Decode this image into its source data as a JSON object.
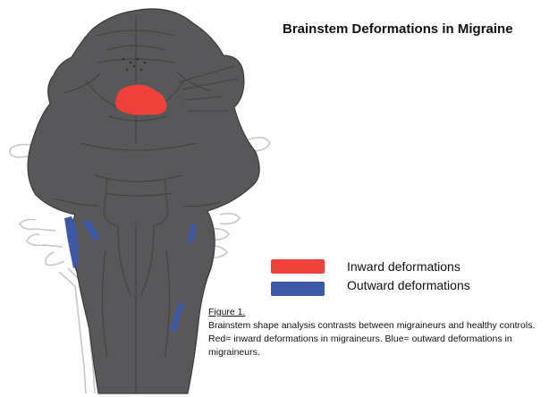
{
  "title": "Brainstem Deformations in Migraine",
  "legend": {
    "items": [
      {
        "label": "Inward deformations",
        "color": "#f0403a"
      },
      {
        "label": "Outward deformations",
        "color": "#3d58a6"
      }
    ]
  },
  "caption": {
    "heading": "Figure 1.",
    "line1": " Brainstem shape analysis contrasts between migraineurs and healthy controls.",
    "line2": "Red= inward deformations in migraineurs. Blue= outward deformations in migraineurs."
  },
  "colors": {
    "brainstem": "#58585a",
    "brainstem_outline": "#3a3a3c",
    "nerve_outline": "#c7c7c7"
  }
}
